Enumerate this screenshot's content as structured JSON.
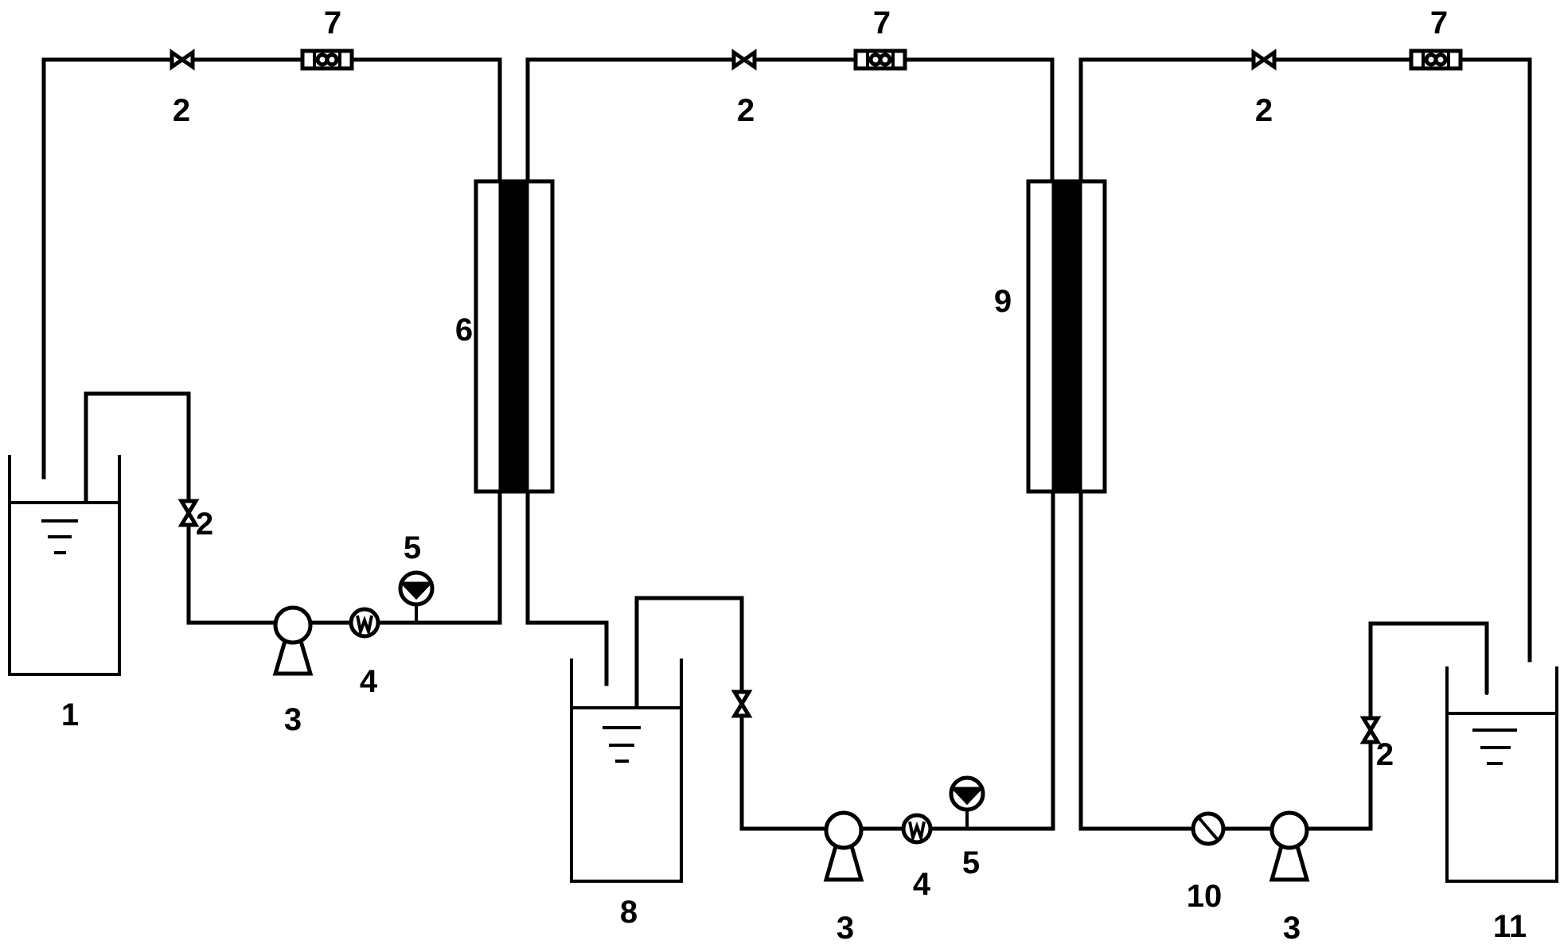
{
  "labels": {
    "tank_1": "1",
    "tank_8": "8",
    "tank_11": "11",
    "cell_6": "6",
    "cell_9": "9",
    "valve_top_a": "2",
    "valve_top_b": "2",
    "valve_top_c": "2",
    "valve_side_a": "2",
    "valve_side_c": "2",
    "pump_a": "3",
    "pump_b": "3",
    "pump_c": "3",
    "heater_a": "4",
    "heater_b": "4",
    "gauge_a": "5",
    "gauge_b": "5",
    "flowmeter_a": "7",
    "flowmeter_b": "7",
    "flowmeter_c": "7",
    "filter_10": "10"
  }
}
